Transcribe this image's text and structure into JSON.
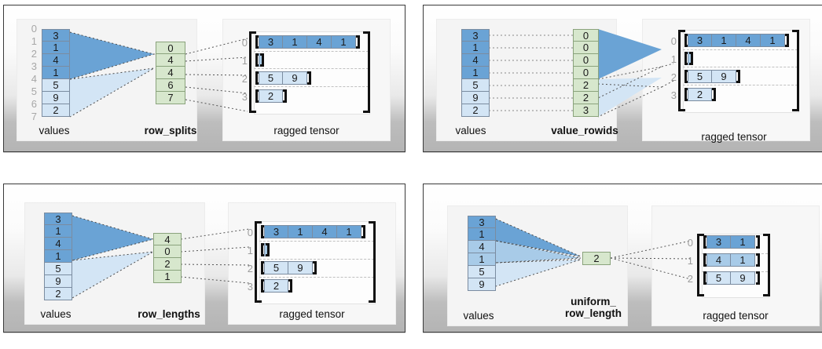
{
  "colors": {
    "blue_dark": "#6aa3d5",
    "blue_mid": "#a8cbe8",
    "blue_light": "#d3e5f5",
    "green": "#d7e7cd",
    "cell_border": "#7b8ca0",
    "green_border": "#8aa37c",
    "bracket": "#111111",
    "index_text": "#9d9d9d",
    "panel_border": "#3a3a3a",
    "dash_line": "#c0c0c0"
  },
  "labels": {
    "values": "values",
    "ragged_tensor": "ragged tensor"
  },
  "panels": [
    {
      "id": "row-splits",
      "encoding_label": "row_splits",
      "values": {
        "items": [
          "3",
          "1",
          "4",
          "1",
          "5",
          "9",
          "2"
        ],
        "shades": [
          "dark",
          "dark",
          "dark",
          "dark",
          "light",
          "light",
          "light"
        ],
        "boundary_indices": [
          "0",
          "1",
          "2",
          "3",
          "4",
          "5",
          "6",
          "7"
        ]
      },
      "encoding": {
        "items": [
          "0",
          "4",
          "4",
          "6",
          "7"
        ],
        "type": "green-column"
      },
      "tensor": {
        "row_indices": [
          "0",
          "1",
          "2",
          "3"
        ],
        "rows": [
          {
            "cells": [
              "3",
              "1",
              "4",
              "1"
            ],
            "shade": "dark"
          },
          {
            "cells": [],
            "shade": "light"
          },
          {
            "cells": [
              "5",
              "9"
            ],
            "shade": "light"
          },
          {
            "cells": [
              "2"
            ],
            "shade": "light"
          }
        ]
      }
    },
    {
      "id": "value-rowids",
      "encoding_label": "value_rowids",
      "values": {
        "items": [
          "3",
          "1",
          "4",
          "1",
          "5",
          "9",
          "2"
        ],
        "shades": [
          "dark",
          "dark",
          "dark",
          "dark",
          "light",
          "light",
          "light"
        ],
        "boundary_indices": []
      },
      "encoding": {
        "items": [
          "0",
          "0",
          "0",
          "0",
          "2",
          "2",
          "3"
        ],
        "type": "green-column"
      },
      "tensor": {
        "row_indices": [
          "0",
          "1",
          "2",
          "3"
        ],
        "rows": [
          {
            "cells": [
              "3",
              "1",
              "4",
              "1"
            ],
            "shade": "dark"
          },
          {
            "cells": [],
            "shade": "light"
          },
          {
            "cells": [
              "5",
              "9"
            ],
            "shade": "light"
          },
          {
            "cells": [
              "2"
            ],
            "shade": "light"
          }
        ]
      }
    },
    {
      "id": "row-lengths",
      "encoding_label": "row_lengths",
      "values": {
        "items": [
          "3",
          "1",
          "4",
          "1",
          "5",
          "9",
          "2"
        ],
        "shades": [
          "dark",
          "dark",
          "dark",
          "dark",
          "light",
          "light",
          "light"
        ],
        "boundary_indices": []
      },
      "encoding": {
        "items": [
          "4",
          "0",
          "2",
          "1"
        ],
        "type": "green-column"
      },
      "tensor": {
        "row_indices": [
          "0",
          "1",
          "2",
          "3"
        ],
        "rows": [
          {
            "cells": [
              "3",
              "1",
              "4",
              "1"
            ],
            "shade": "dark"
          },
          {
            "cells": [],
            "shade": "light"
          },
          {
            "cells": [
              "5",
              "9"
            ],
            "shade": "light"
          },
          {
            "cells": [
              "2"
            ],
            "shade": "light"
          }
        ]
      }
    },
    {
      "id": "uniform-row-length",
      "encoding_label": "uniform_\nrow_length",
      "values": {
        "items": [
          "3",
          "1",
          "4",
          "1",
          "5",
          "9"
        ],
        "shades": [
          "dark",
          "dark",
          "mid",
          "mid",
          "light",
          "light"
        ],
        "boundary_indices": []
      },
      "encoding": {
        "items": [
          "2"
        ],
        "type": "green-single"
      },
      "tensor": {
        "row_indices": [
          "0",
          "1",
          "2"
        ],
        "rows": [
          {
            "cells": [
              "3",
              "1"
            ],
            "shade": "dark"
          },
          {
            "cells": [
              "4",
              "1"
            ],
            "shade": "mid"
          },
          {
            "cells": [
              "5",
              "9"
            ],
            "shade": "light"
          }
        ]
      }
    }
  ]
}
